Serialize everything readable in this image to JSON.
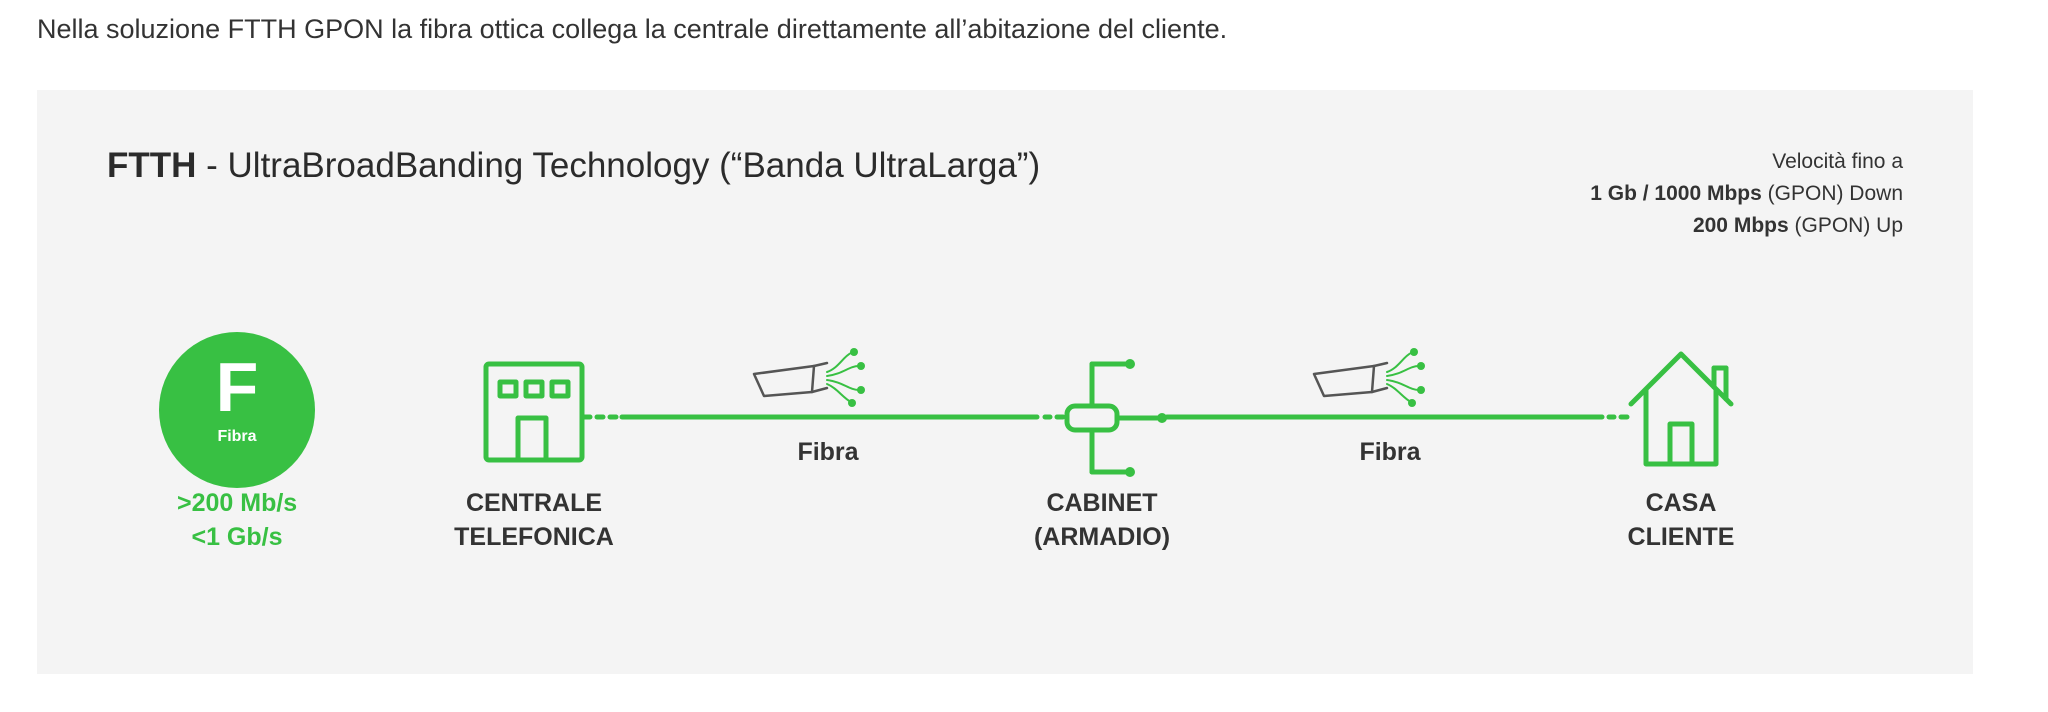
{
  "intro": "Nella soluzione FTTH GPON la fibra ottica collega la centrale direttamente all’abitazione del cliente.",
  "title": {
    "bold": "FTTH",
    "rest": " - UltraBroadBanding Technology (“Banda UltraLarga”)"
  },
  "speed": {
    "line1": "Velocità fino a",
    "down_bold": "1 Gb / 1000 Mbps",
    "down_rest": " (GPON) Down",
    "up_bold": "200 Mbps",
    "up_rest": " (GPON) Up"
  },
  "badge": {
    "letter": "F",
    "sub": "Fibra",
    "range_line1": ">200 Mb/s",
    "range_line2": "<1 Gb/s"
  },
  "nodes": {
    "centrale_line1": "CENTRALE",
    "centrale_line2": "TELEFONICA",
    "cabinet_line1": "CABINET",
    "cabinet_line2": "(ARMADIO)",
    "casa_line1": "CASA",
    "casa_line2": "CLIENTE"
  },
  "links": {
    "fibra_left": "Fibra",
    "fibra_right": "Fibra"
  },
  "colors": {
    "accent": "#38c043",
    "panel": "#f4f4f4",
    "text": "#333333"
  },
  "icons": [
    "building-icon",
    "fiber-cable-icon",
    "cabinet-splitter-icon",
    "house-icon"
  ]
}
